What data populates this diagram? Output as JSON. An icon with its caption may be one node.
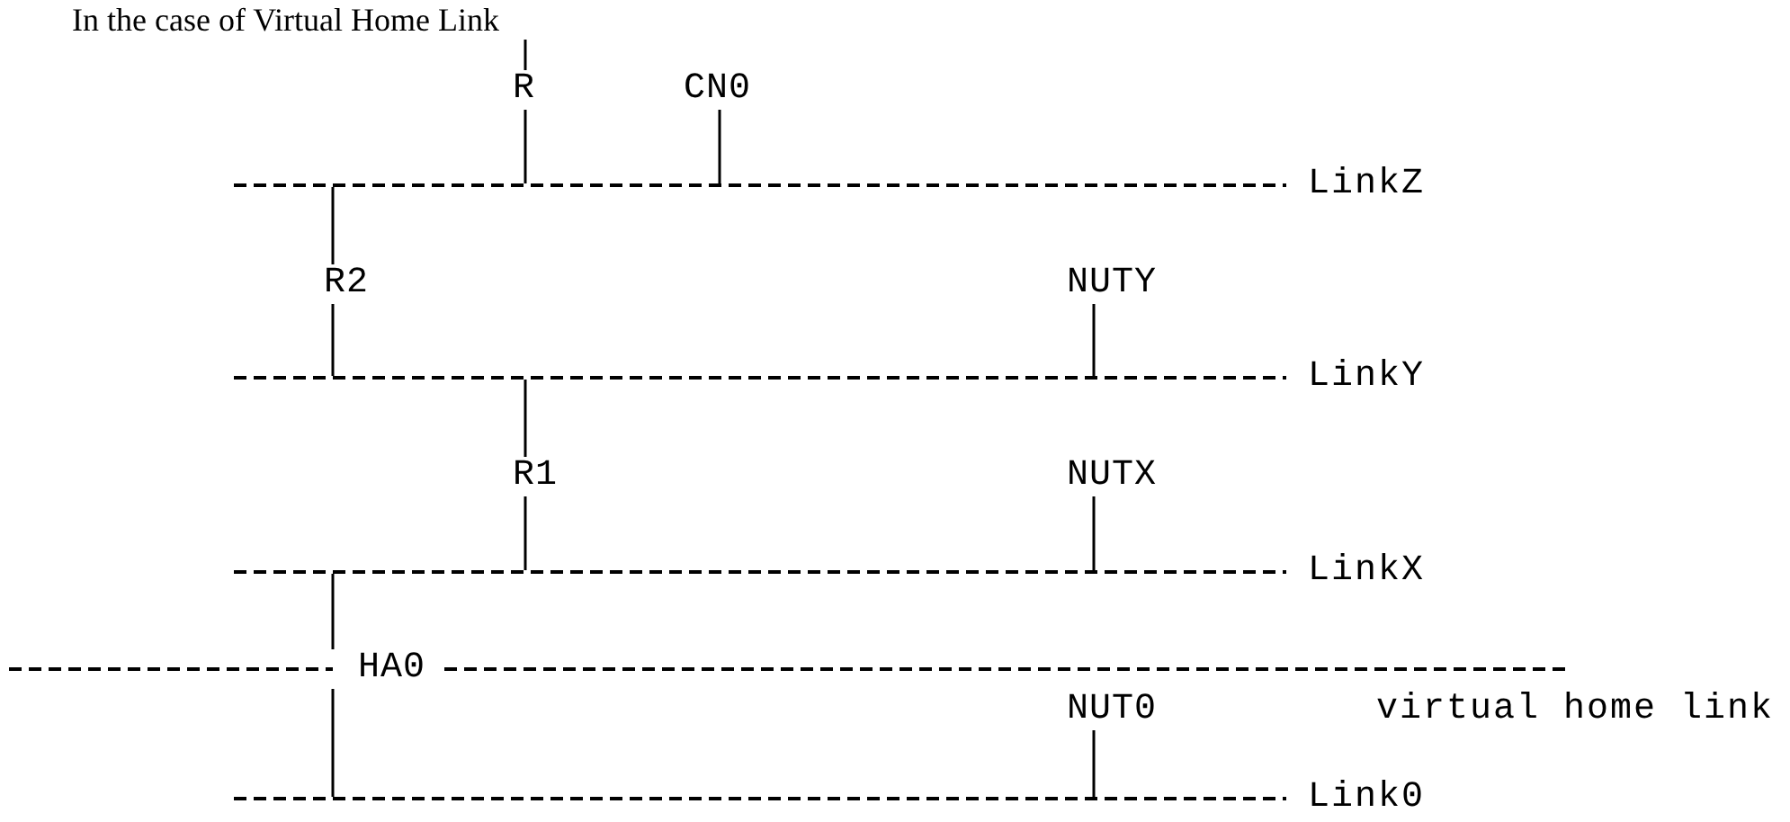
{
  "diagram": {
    "title": "In the case of Virtual Home Link",
    "nodes": [
      {
        "text": [
          "R"
        ]
      },
      {
        "text": [
          "CN0"
        ]
      },
      {
        "text": [],
        "shape": "bar",
        "beside": [
          "LinkZ"
        ]
      },
      {
        "text": [
          "R2"
        ]
      },
      {
        "text": [
          "NUTY"
        ]
      },
      {
        "text": [],
        "shape": "bar",
        "beside": [
          "LinkY"
        ]
      },
      {
        "text": [
          "R1"
        ]
      },
      {
        "text": [
          "NUTX"
        ]
      },
      {
        "text": [],
        "shape": "bar",
        "beside": [
          "LinkX"
        ]
      },
      {
        "text": [
          "HA0"
        ]
      },
      {
        "text": [],
        "shape": "bar",
        "beside": [
          "virtual home link"
        ]
      },
      {
        "text": [
          "NUT0"
        ]
      },
      {
        "text": [],
        "shape": "bar",
        "beside": [
          "Link0"
        ]
      }
    ],
    "edges": [
      {
        "from": 0,
        "to": null,
        "arrow": "none"
      },
      {
        "from": 0,
        "to": 2,
        "arrow": "none"
      },
      {
        "from": 1,
        "to": 2,
        "arrow": "none"
      },
      {
        "from": 2,
        "to": 3,
        "arrow": "none"
      },
      {
        "from": 3,
        "to": 5,
        "arrow": "none"
      },
      {
        "from": 4,
        "to": 5,
        "arrow": "none"
      },
      {
        "from": 5,
        "to": 6,
        "arrow": "none"
      },
      {
        "from": 6,
        "to": 8,
        "arrow": "none"
      },
      {
        "from": 7,
        "to": 8,
        "arrow": "none"
      },
      {
        "from": 8,
        "to": 9,
        "arrow": "none"
      },
      {
        "from": 9,
        "to": 12,
        "arrow": "none"
      },
      {
        "from": 11,
        "to": 12,
        "arrow": "none"
      }
    ]
  }
}
